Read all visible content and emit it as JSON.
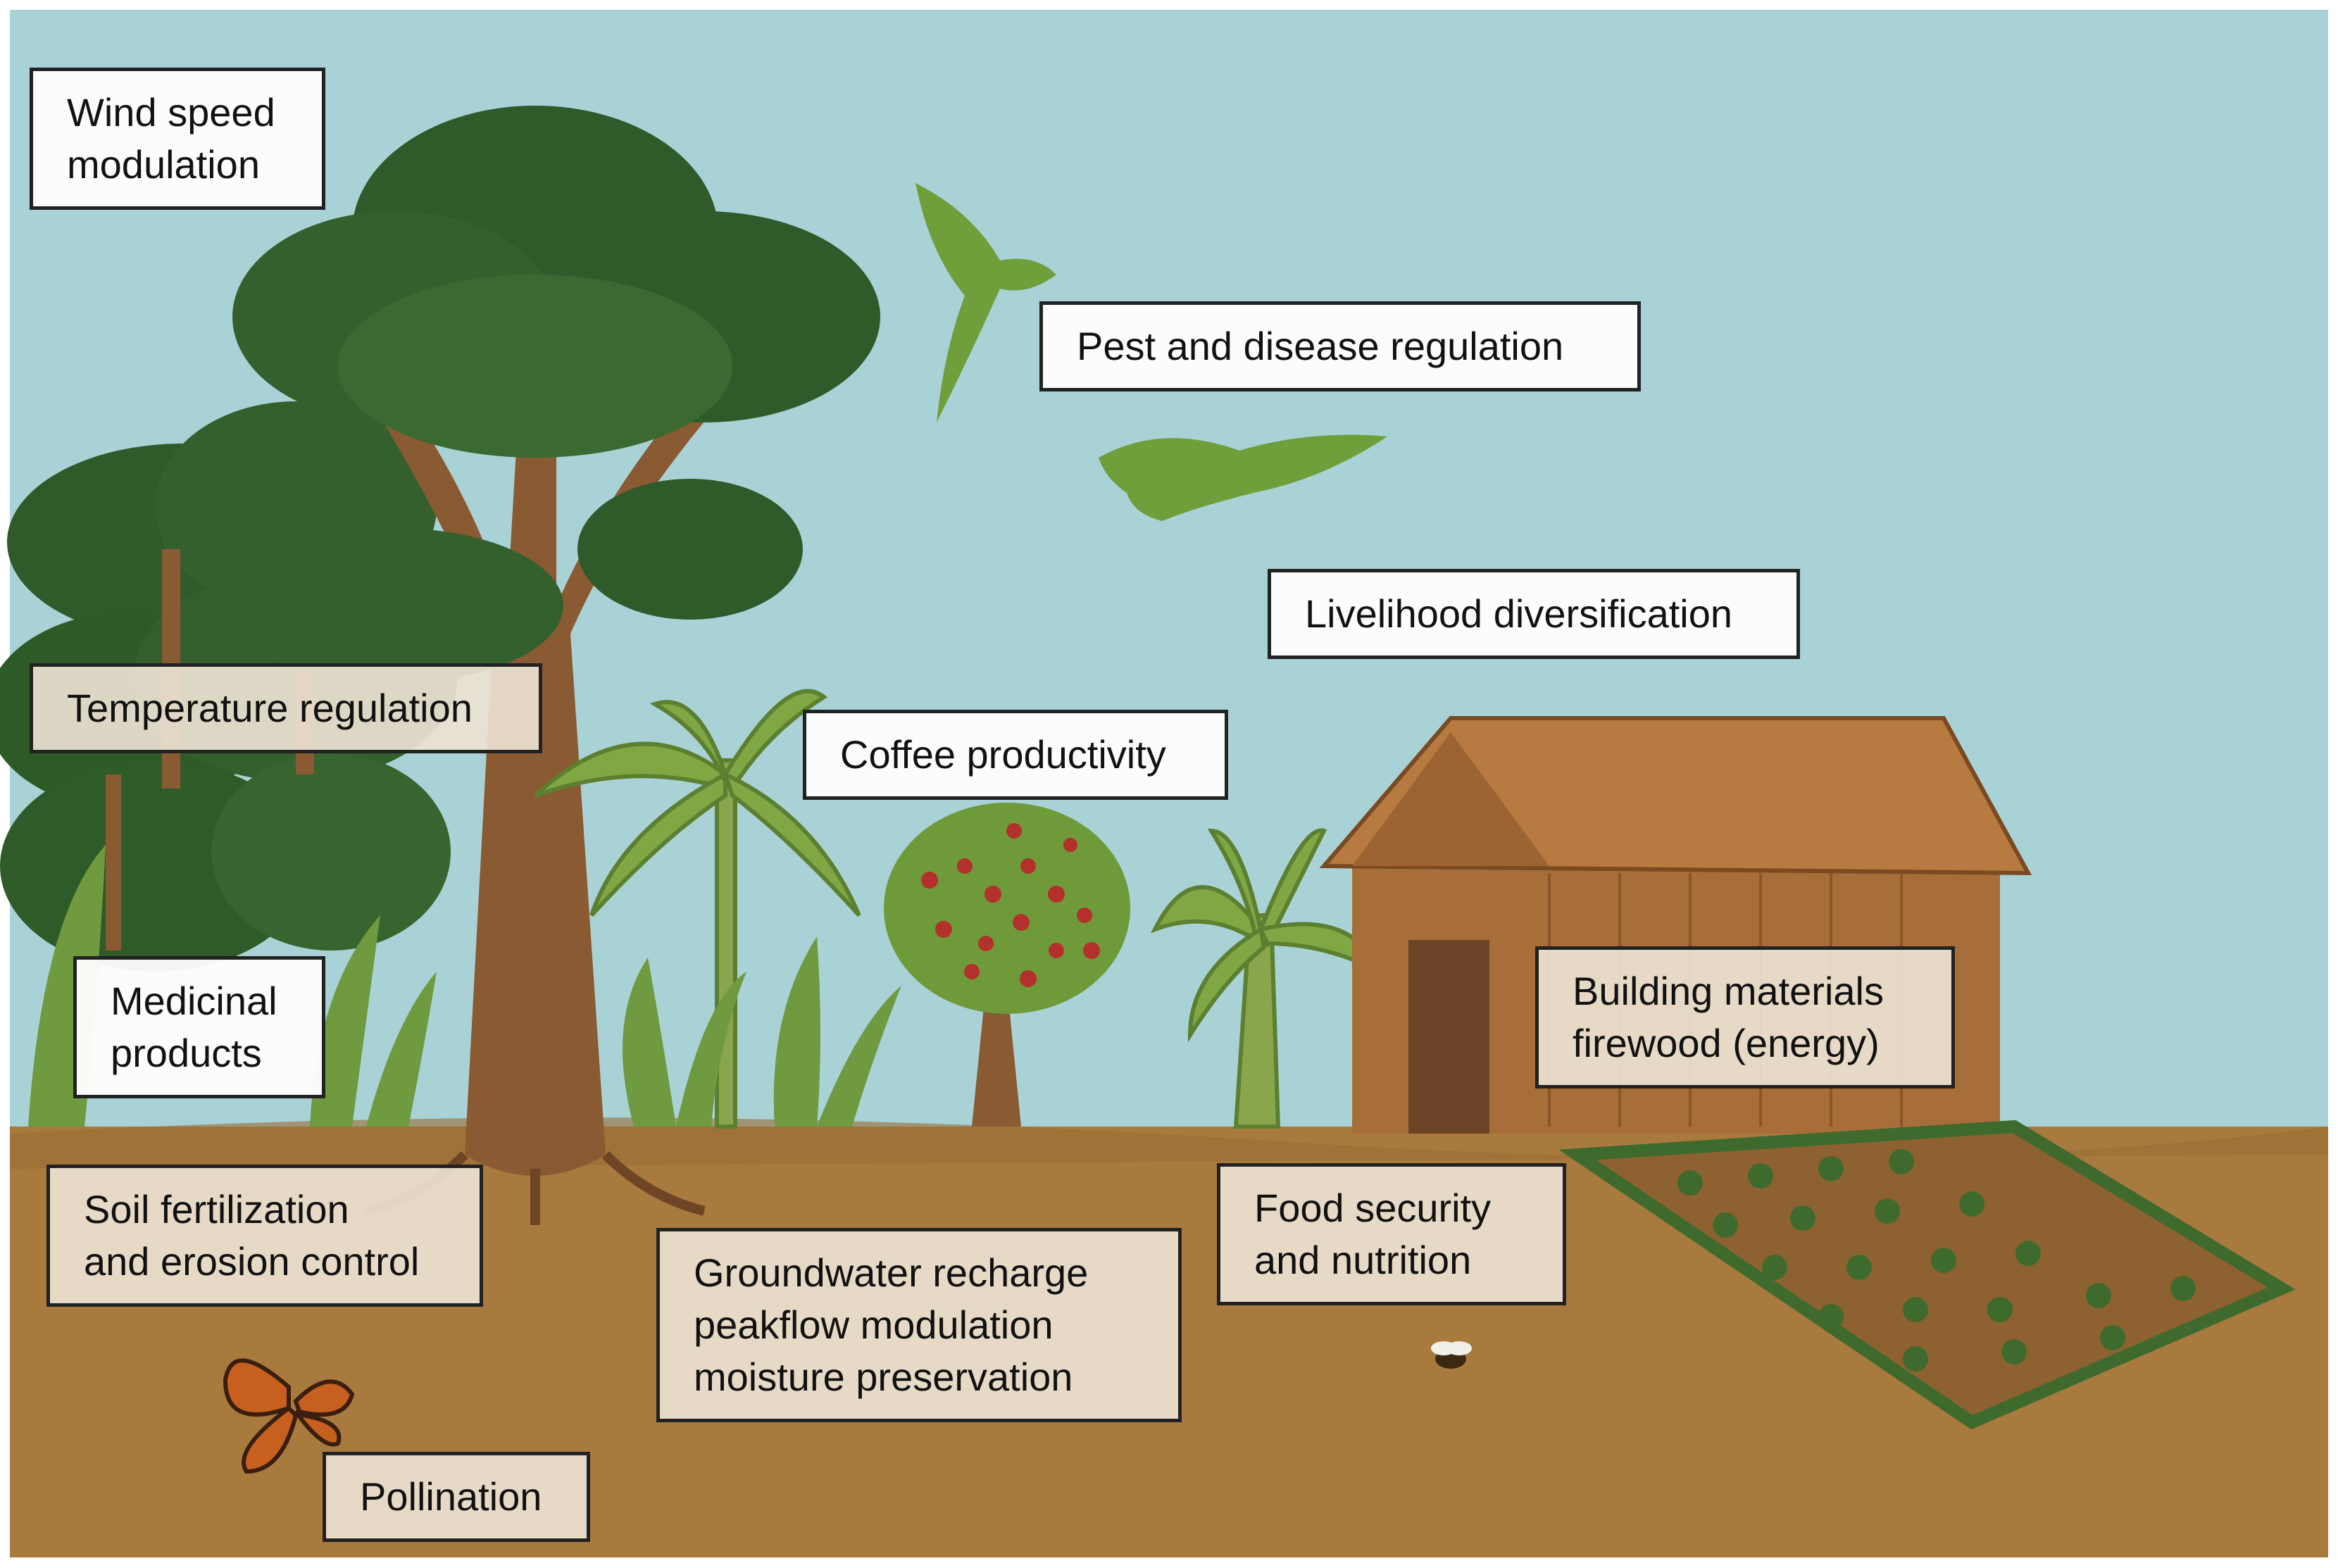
{
  "labels": {
    "wind": [
      "Wind speed",
      "modulation"
    ],
    "pest": [
      "Pest and disease regulation"
    ],
    "livelihood": [
      "Livelihood diversification"
    ],
    "temperature": [
      "Temperature regulation"
    ],
    "coffee": [
      "Coffee productivity"
    ],
    "medicinal": [
      "Medicinal",
      "products"
    ],
    "building": [
      "Building materials",
      "firewood (energy)"
    ],
    "soil": [
      "Soil fertilization",
      "and erosion control"
    ],
    "groundwater": [
      "Groundwater recharge",
      "peakflow modulation",
      "moisture preservation"
    ],
    "food": [
      "Food security",
      "and nutrition"
    ],
    "pollination": [
      "Pollination"
    ]
  },
  "colors": {
    "sky": "#a9d2d6",
    "ground": "#a87a3e",
    "foliage_dark": "#3f6a2e",
    "foliage_light": "#7fa845",
    "trunk": "#8a5a33",
    "hut": "#a86e3a",
    "coffee_berry": "#b3302c"
  },
  "icons": {
    "birds": "green-parrot-icon",
    "butterfly": "monarch-butterfly-icon",
    "bee": "bee-icon",
    "hut": "wooden-hut-icon"
  }
}
